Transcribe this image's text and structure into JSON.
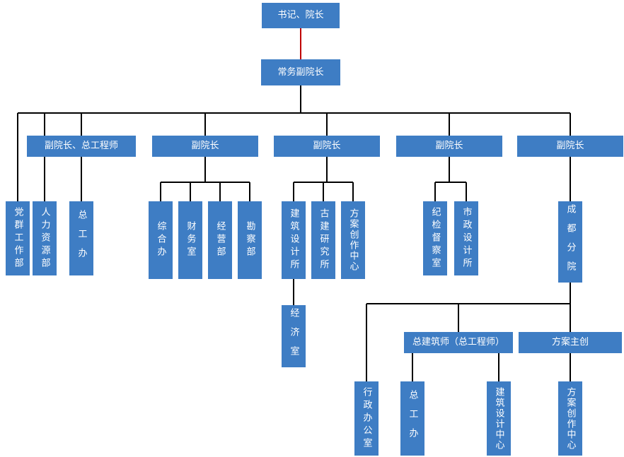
{
  "colors": {
    "box_fill": "#3E7DC4",
    "box_text": "#FFFFFF",
    "connector": "#000000",
    "root_connector": "#C00000",
    "background": "#FFFFFF"
  },
  "nodes": {
    "root": "书记、院长",
    "executive_vp": "常务副院长",
    "party_masses_dept": "党群工作部",
    "hr_dept": "人力资源部",
    "vp_chief_engineer": "副院长、总工程师",
    "chief_engineer_office": "总工办",
    "vp1": "副院长",
    "general_office": "综合办",
    "finance_office": "财务室",
    "business_dept": "经营部",
    "survey_dept": "勘察部",
    "vp2": "副院长",
    "architectural_design_institute": "建筑设计所",
    "ancient_architecture_institute": "古建研究所",
    "scheme_creation_center": "方案创作中心",
    "economy_office": "经济室",
    "vp3": "副院长",
    "discipline_inspection_office": "纪检督察室",
    "municipal_design_institute": "市政设计所",
    "vp4": "副院长",
    "chengdu_branch": "成都分院",
    "admin_office": "行政办公室",
    "chief_architect": "总建筑师（总工程师）",
    "scheme_lead": "方案主创",
    "branch_chief_engineer_office": "总工办",
    "branch_architectural_design_center": "建筑设计中心",
    "branch_scheme_creation_center": "方案创作中心"
  }
}
